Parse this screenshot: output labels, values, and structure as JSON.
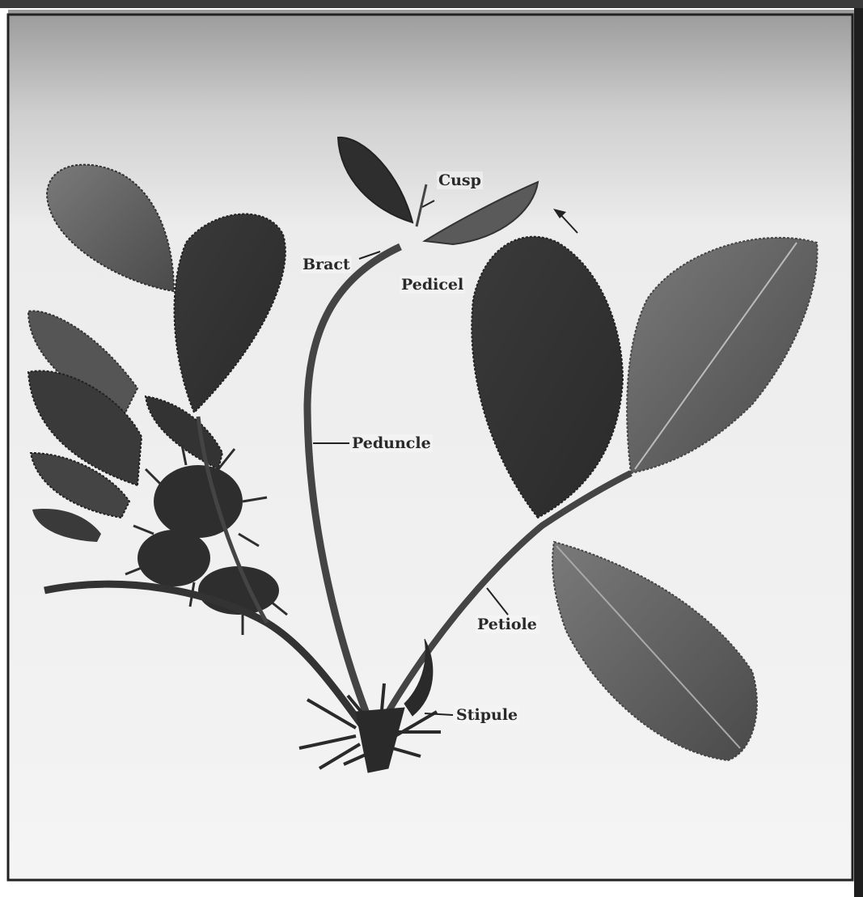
{
  "figure": {
    "labels": {
      "cusp": "Cusp",
      "bract": "Bract",
      "pedicel": "Pedicel",
      "peduncle": "Peduncle",
      "petiole": "Petiole",
      "stipule": "Stipule"
    }
  }
}
